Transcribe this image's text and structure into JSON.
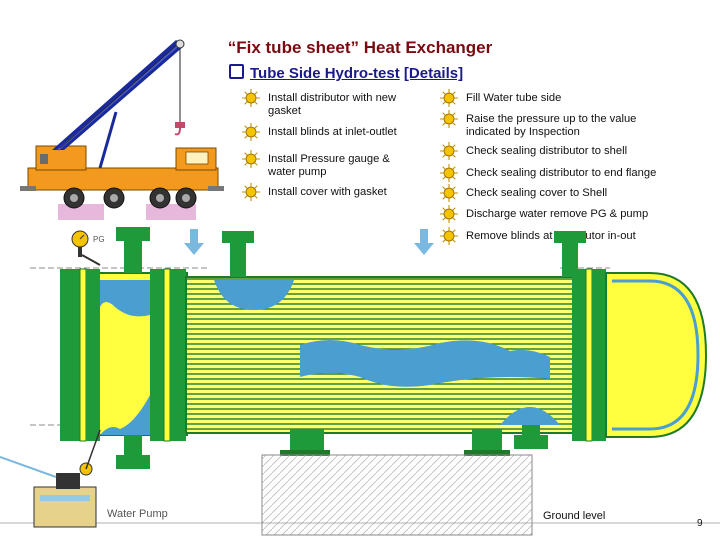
{
  "title": "“Fix tube sheet” Heat Exchanger",
  "subtitle": {
    "label": "Tube Side Hydro-test",
    "details": "[Details]"
  },
  "steps_left": [
    {
      "text": "Install distributor with new gasket"
    },
    {
      "text": "Install blinds at inlet-outlet"
    },
    {
      "text": "Install Pressure gauge & water pump"
    },
    {
      "text": "Install cover with gasket"
    }
  ],
  "steps_right": [
    {
      "text": "Fill Water tube side"
    },
    {
      "text": "Raise the pressure up to the value indicated by Inspection"
    },
    {
      "text": "Check sealing distributor to shell"
    },
    {
      "text": "Check sealing distributor to end flange"
    },
    {
      "text": "Check sealing cover to Shell"
    },
    {
      "text": "Discharge water remove PG & pump"
    },
    {
      "text": "Remove blinds at distributor in-out"
    }
  ],
  "labels": {
    "pressure_gauge": "PG",
    "water_pump": "Water Pump",
    "ground_level": "Ground level",
    "page_number": "9"
  },
  "colors": {
    "title": "#7a0a10",
    "subtitle": "#1a1a8a",
    "shell": "#ffff40",
    "nozzle_green": "#1e9a3a",
    "water_blue": "#4a9fd0",
    "crane_orange": "#f39a1e",
    "crane_boom": "#1a2a9a",
    "bullet_sun": "#f5c400"
  },
  "icons": {
    "bullet": "sun-icon",
    "crane": "crane-icon",
    "pump": "water-pump-icon",
    "gauge": "pressure-gauge-icon"
  }
}
